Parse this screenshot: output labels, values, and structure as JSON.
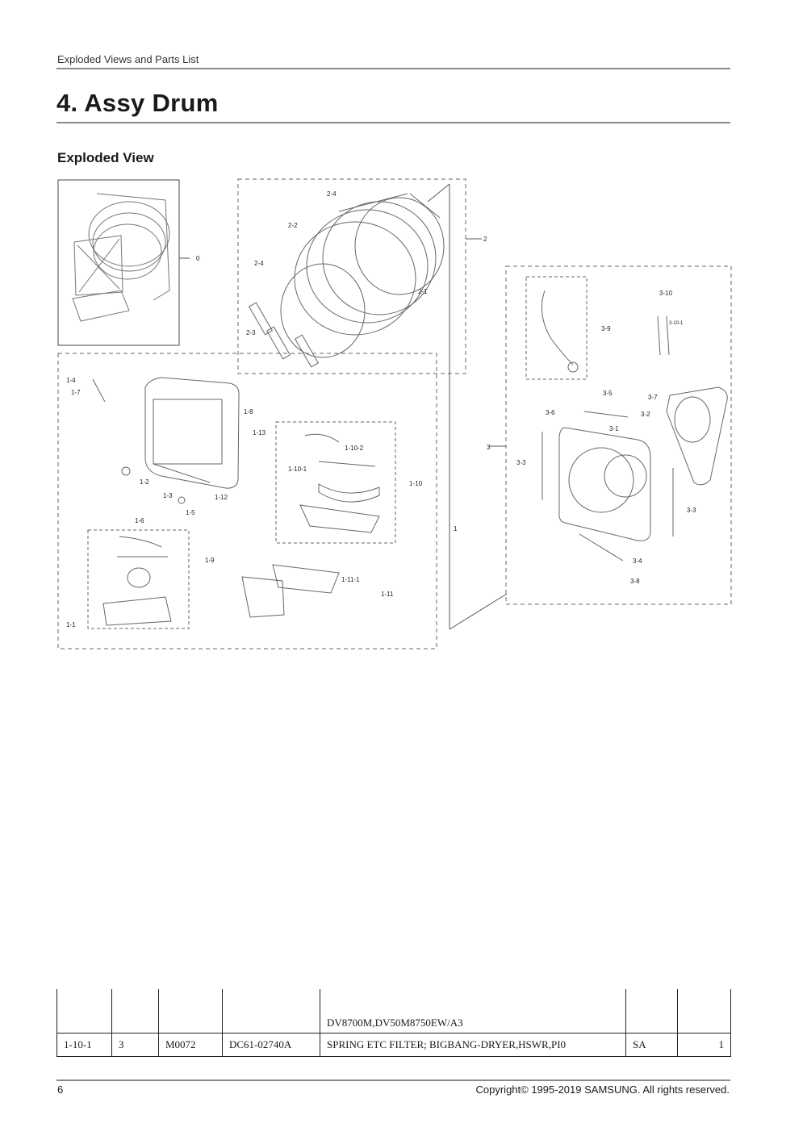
{
  "header": {
    "section": "Exploded Views and Parts List"
  },
  "title": "4.  Assy Drum",
  "subtitle": "Exploded View",
  "callouts": {
    "c0": "0",
    "c1": "1",
    "c2": "2",
    "c3": "3",
    "c1_1": "1-1",
    "c1_2": "1-2",
    "c1_3": "1-3",
    "c1_4": "1-4",
    "c1_5": "1-5",
    "c1_6": "1-6",
    "c1_7": "1-7",
    "c1_8": "1-8",
    "c1_9": "1-9",
    "c1_10": "1-10",
    "c1_10_1": "1-10-1",
    "c1_10_2": "1-10-2",
    "c1_11": "1-11",
    "c1_11_1": "1-11-1",
    "c1_12": "1-12",
    "c1_13": "1-13",
    "c2_1": "2-1",
    "c2_2": "2-2",
    "c2_3": "2-3",
    "c2_4a": "2-4",
    "c2_4b": "2-4",
    "c3_1": "3-1",
    "c3_2": "3-2",
    "c3_3a": "3-3",
    "c3_3b": "3-3",
    "c3_4": "3-4",
    "c3_5": "3-5",
    "c3_6": "3-6",
    "c3_7": "3-7",
    "c3_8": "3-8",
    "c3_9": "3-9",
    "c3_10": "3-10",
    "c3_10_1": "3-10-1"
  },
  "parts_table": {
    "row1": {
      "models": "DV8700M,DV50M8750EW/A3"
    },
    "row2": {
      "location": "1-10-1",
      "level": "3",
      "code": "M0072",
      "part_no": "DC61-02740A",
      "description": "SPRING ETC FILTER; BIGBANG-DRYER,HSWR,PI0",
      "status": "SA",
      "qty": "1"
    }
  },
  "footer": {
    "page": "6",
    "copyright": "Copyright© 1995-2019 SAMSUNG. All rights reserved."
  }
}
